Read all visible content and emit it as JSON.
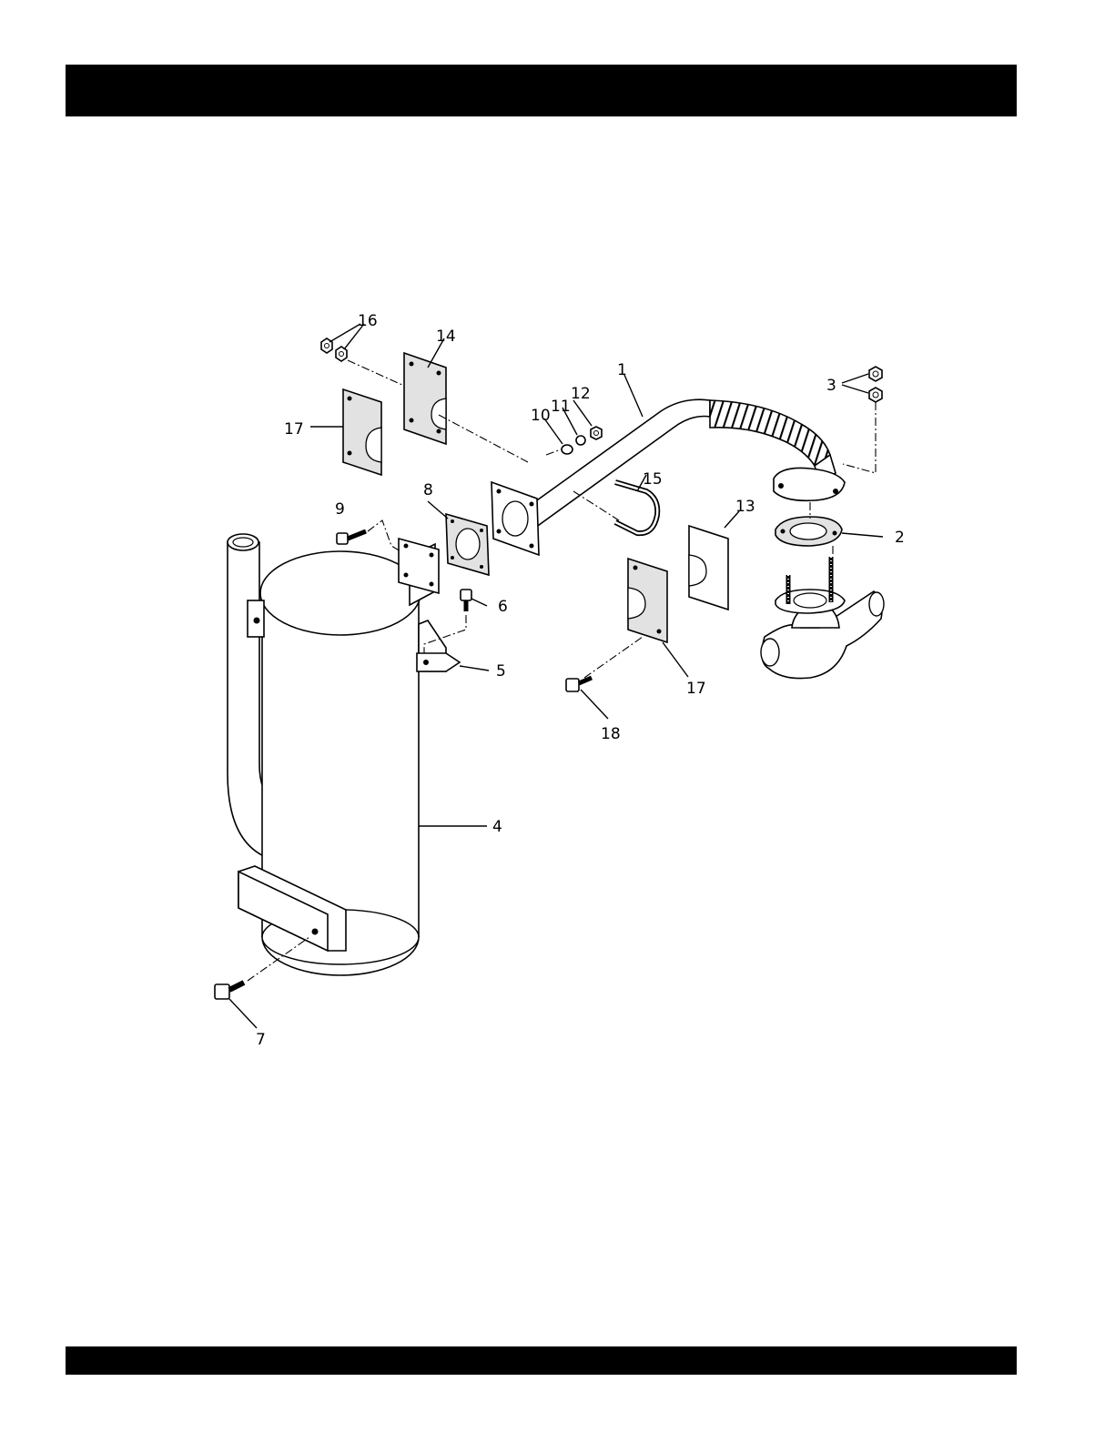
{
  "header_bar": {
    "color": "#000000"
  },
  "footer_bar": {
    "color": "#000000"
  },
  "callouts": {
    "c1": "1",
    "c2": "2",
    "c3": "3",
    "c4": "4",
    "c5": "5",
    "c6": "6",
    "c7": "7",
    "c8": "8",
    "c9": "9",
    "c10": "10",
    "c11": "11",
    "c12": "12",
    "c13": "13",
    "c14": "14",
    "c15": "15",
    "c16": "16",
    "c17a": "17",
    "c17b": "17",
    "c18": "18"
  }
}
